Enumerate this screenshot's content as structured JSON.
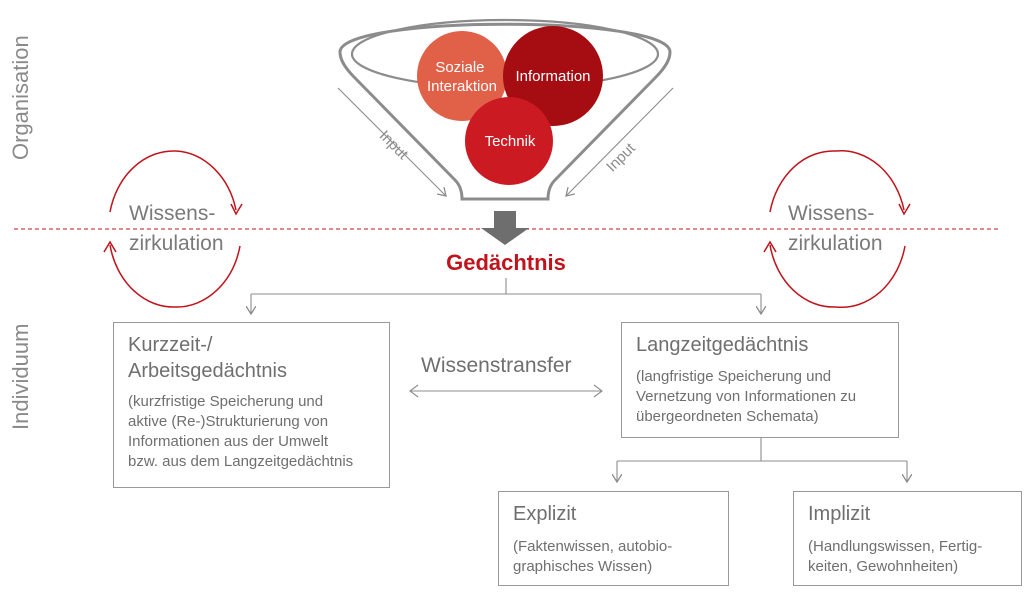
{
  "side_labels": {
    "top": "Organisation",
    "bottom": "Individuum"
  },
  "funnel": {
    "circles": {
      "social": "Soziale\nInteraktion",
      "information": "Information",
      "technik": "Technik"
    },
    "input_left": "Input",
    "input_right": "Input"
  },
  "center_title": "Gedächtnis",
  "circulation_left": "Wissens-\nzirkulation",
  "circulation_right": "Wissens-\nzirkulation",
  "short_term": {
    "title": "Kurzzeit-/\nArbeitsgedächtnis",
    "desc": "(kurzfristige Speicherung und\naktive (Re-)Strukturierung von\nInformationen aus der Umwelt\nbzw. aus dem Langzeitgedächtnis"
  },
  "transfer": "Wissenstransfer",
  "long_term": {
    "title": "Langzeitgedächtnis",
    "desc": "(langfristige Speicherung und\nVernetzung von Informationen zu\nübergeordneten Schemata)"
  },
  "explicit": {
    "title": "Explizit",
    "desc": "(Faktenwissen, autobio-\ngraphisches Wissen)"
  },
  "implicit": {
    "title": "Implizit",
    "desc": "(Handlungswissen, Fertig-\nkeiten, Gewohnheiten)"
  },
  "colors": {
    "red_dark": "#a50d12",
    "red_mid": "#cc1a22",
    "red_light": "#e06048",
    "accent_title": "#c0141c",
    "line": "#8c8c8c"
  }
}
